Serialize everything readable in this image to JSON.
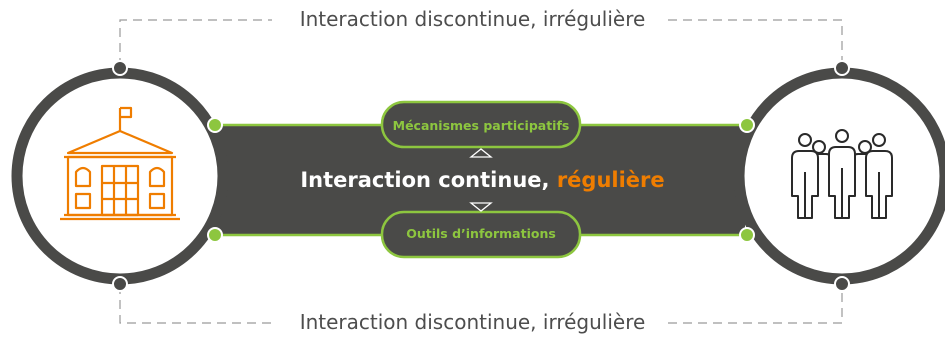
{
  "top_label": "Interaction discontinue, irrégulière",
  "bottom_label": "Interaction discontinue, irrégulière",
  "center": {
    "text_main": "Interaction continue, ",
    "text_accent": "régulière"
  },
  "pill_top": "Mécanismes participatifs",
  "pill_bottom": "Outils d’informations",
  "left_icon": "government-building-icon",
  "right_icon": "citizens-group-icon",
  "colors": {
    "dark": "#4a4a48",
    "green": "#8dc63f",
    "orange": "#ef7d00",
    "dash": "#9a9a9a"
  }
}
